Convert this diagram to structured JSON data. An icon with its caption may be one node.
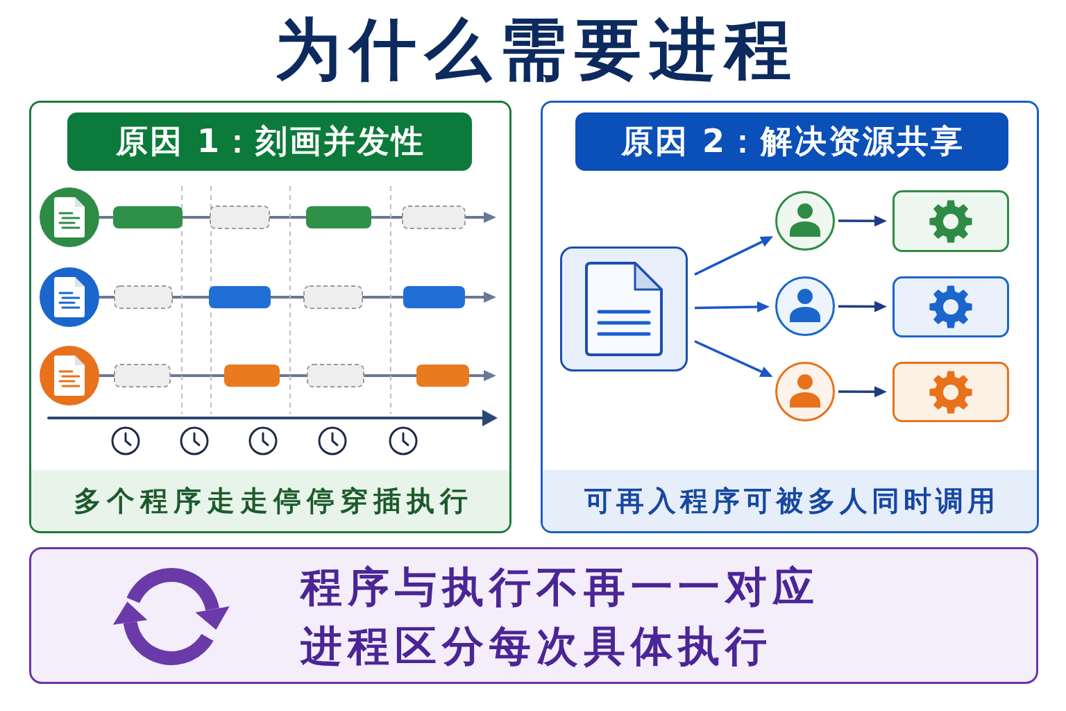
{
  "diagram": {
    "title": "为什么需要进程",
    "nodes": [
      {
        "text": [],
        "shape": "box"
      },
      {
        "text": [
          "原因 1：刻画并发性"
        ],
        "in": 0
      },
      {
        "text": [],
        "shape": "circle",
        "in": 0
      },
      {
        "text": [],
        "shape": "circle",
        "in": 0
      },
      {
        "text": [],
        "shape": "circle",
        "in": 0
      },
      {
        "text": [
          "多个程序走走停停穿插执行"
        ],
        "in": 0
      },
      {
        "text": [],
        "shape": "box"
      },
      {
        "text": [
          "原因 2：解决资源共享"
        ],
        "in": 6
      },
      {
        "text": [],
        "shape": "box",
        "in": 6
      },
      {
        "text": [],
        "shape": "circle",
        "in": 6
      },
      {
        "text": [],
        "shape": "circle",
        "in": 6
      },
      {
        "text": [],
        "shape": "circle",
        "in": 6
      },
      {
        "text": [],
        "shape": "box",
        "in": 6
      },
      {
        "text": [],
        "shape": "box",
        "in": 6
      },
      {
        "text": [],
        "shape": "box",
        "in": 6
      },
      {
        "text": [
          "可再入程序可被多人同时调用"
        ],
        "in": 6
      },
      {
        "text": [
          "程序与执行不再一一对应",
          "进程区分每次具体执行"
        ]
      }
    ],
    "edges": [
      {
        "from": 2,
        "to": null,
        "arrow": "to",
        "color": "#6b7894"
      },
      {
        "from": 3,
        "to": null,
        "arrow": "to",
        "color": "#6b7894"
      },
      {
        "from": 4,
        "to": null,
        "arrow": "to",
        "color": "#6b7894"
      },
      {
        "from": 8,
        "to": 9,
        "arrow": "to",
        "color": "#1a56c8"
      },
      {
        "from": 8,
        "to": 10,
        "arrow": "to",
        "color": "#1a56c8"
      },
      {
        "from": 8,
        "to": 11,
        "arrow": "to",
        "color": "#1a56c8"
      },
      {
        "from": 9,
        "to": 12,
        "arrow": "to"
      },
      {
        "from": 10,
        "to": 13,
        "arrow": "to"
      },
      {
        "from": 11,
        "to": 14,
        "arrow": "to"
      }
    ]
  }
}
